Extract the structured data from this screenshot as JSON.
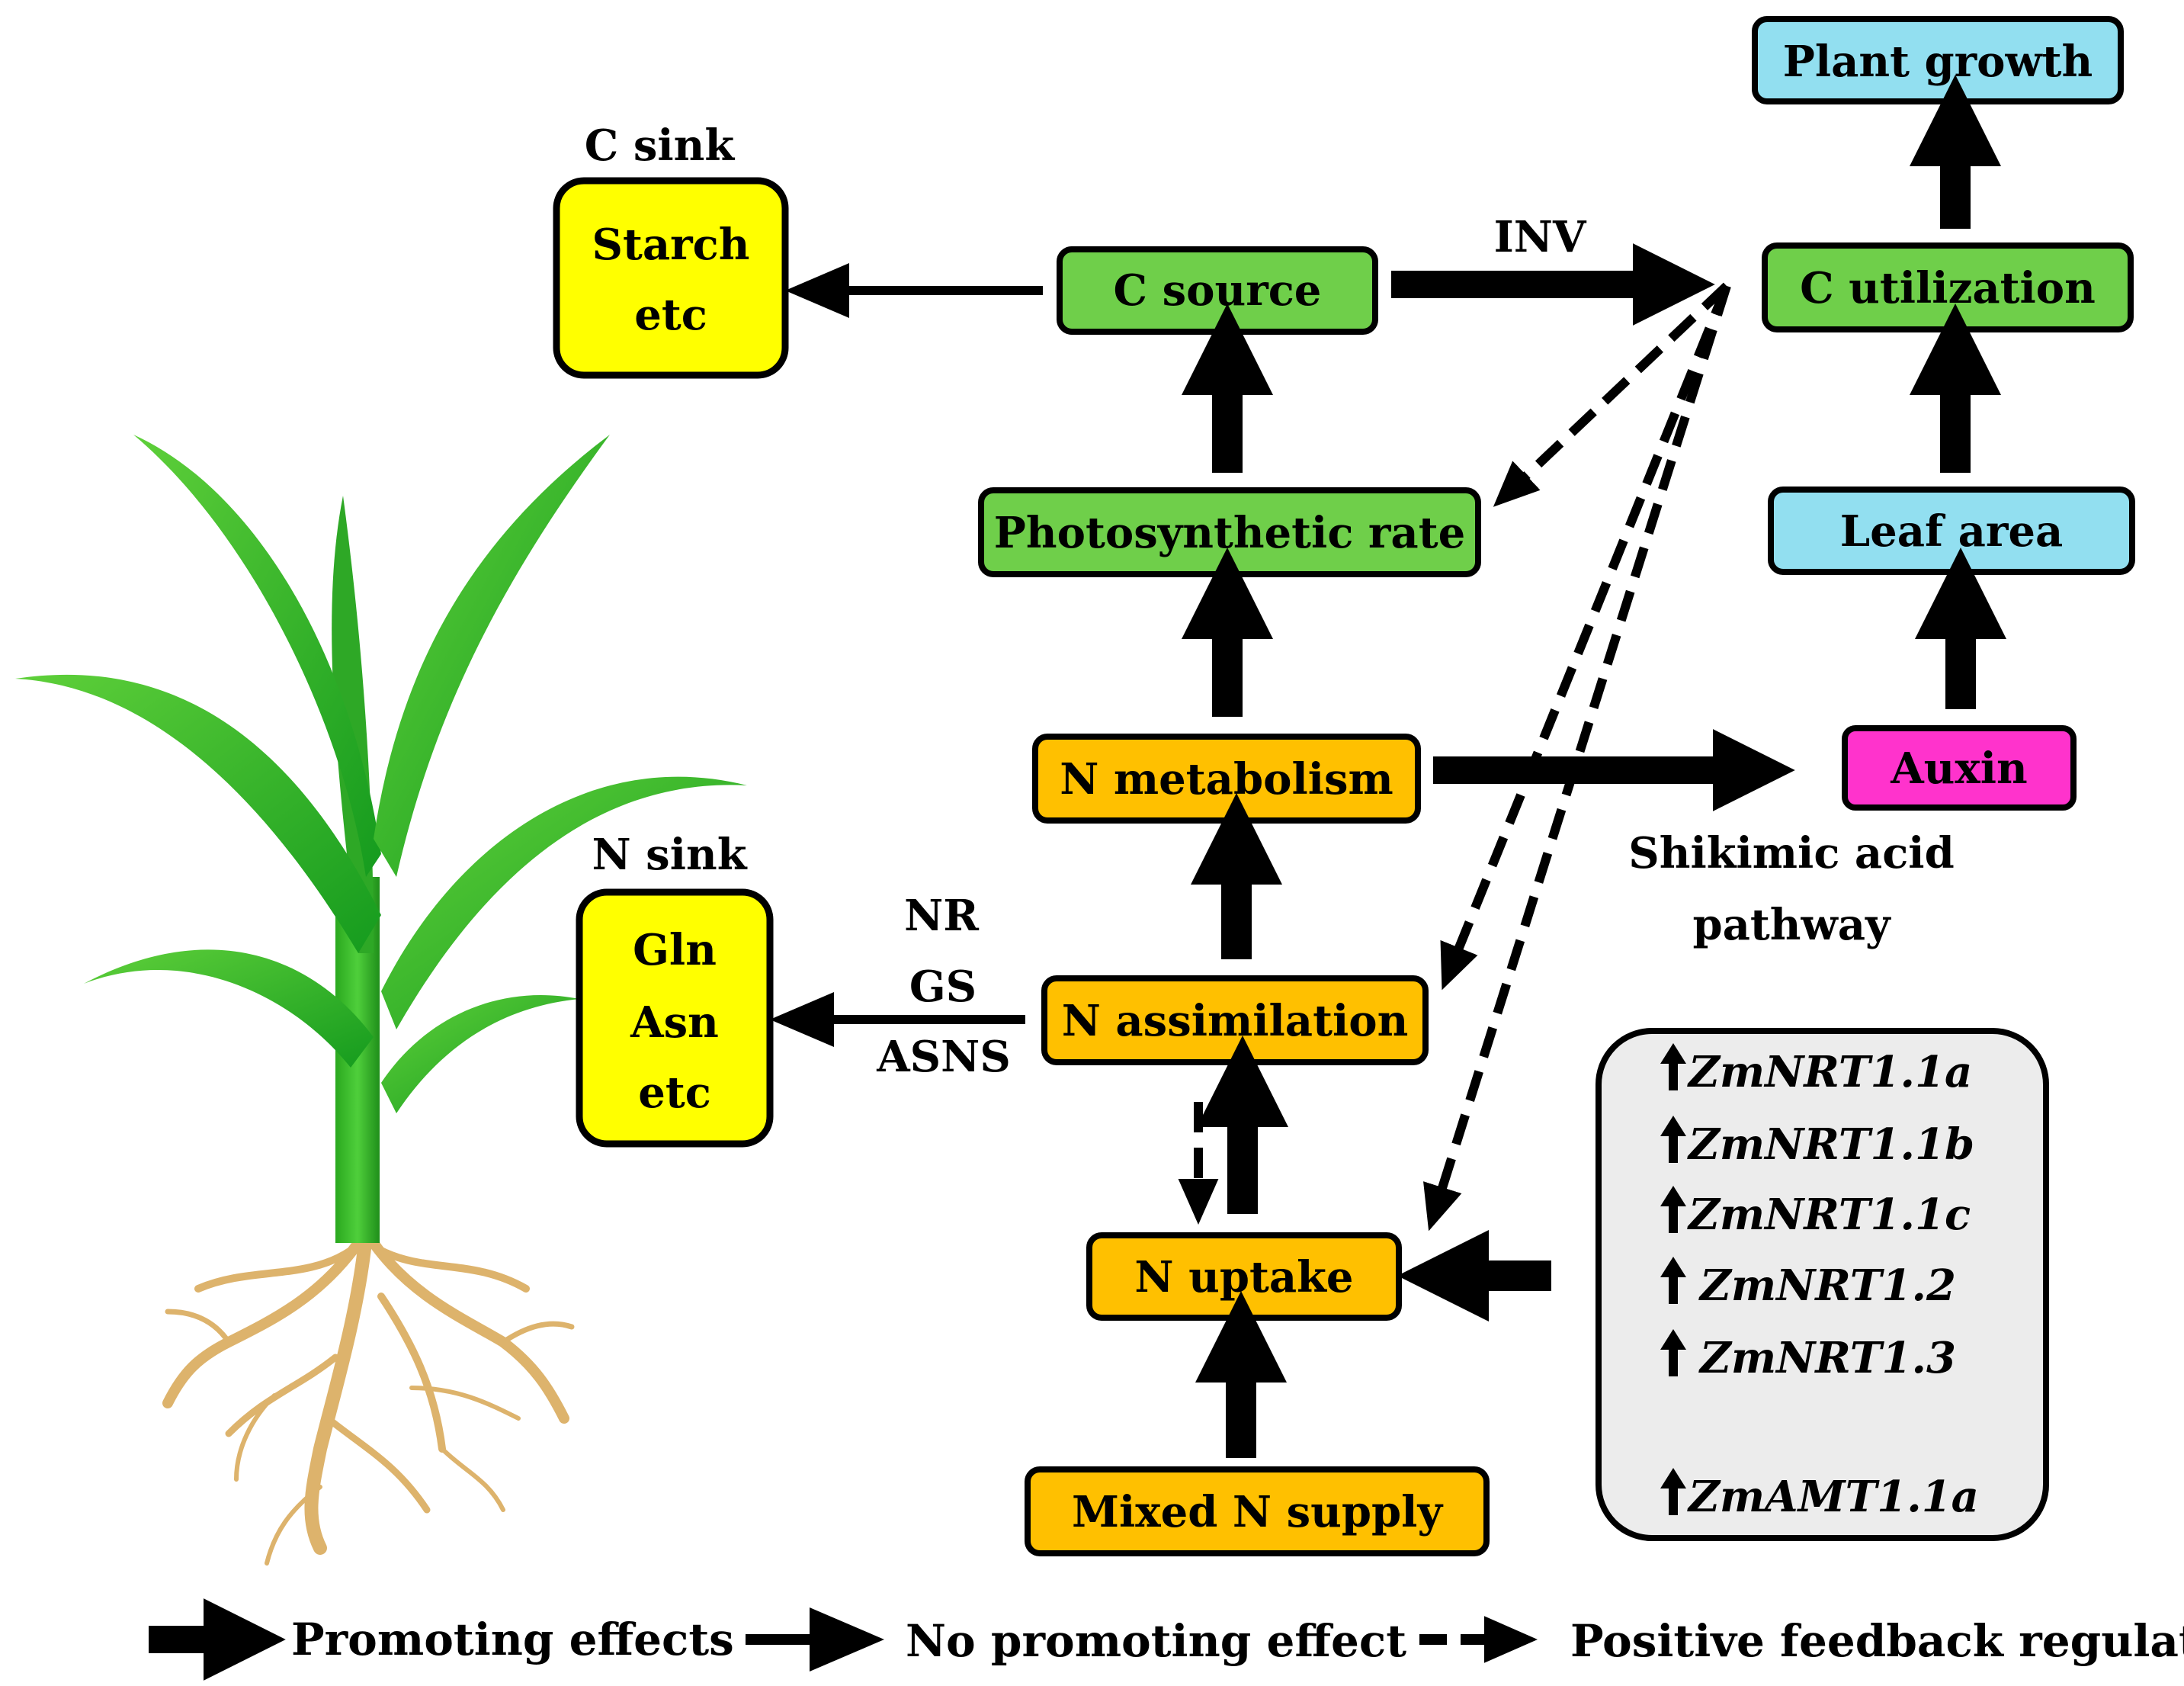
{
  "colors": {
    "green": "#6fcf4a",
    "orange": "#ffc000",
    "yellow": "#ffff00",
    "cyan": "#92dff0",
    "magenta": "#ff33cc",
    "gene_panel": "#ececec"
  },
  "sinks": {
    "c_sink_title": "C sink",
    "c_sink_line1": "Starch",
    "c_sink_line2": "etc",
    "n_sink_title": "N sink",
    "n_sink_line1": "Gln",
    "n_sink_line2": "Asn",
    "n_sink_line3": "etc"
  },
  "nodes": {
    "c_source": "C source",
    "photosynthetic_rate": "Photosynthetic  rate",
    "n_metabolism": "N metabolism",
    "n_assimilation": "N assimilation",
    "n_uptake": "N uptake",
    "mixed_n_supply": "Mixed N supply",
    "plant_growth": "Plant  growth",
    "c_utilization": "C utilization",
    "leaf_area": "Leaf area",
    "auxin": "Auxin"
  },
  "labels": {
    "inv": "INV",
    "nr": "NR",
    "gs": "GS",
    "asns": "ASNS",
    "shikimic_line1": "Shikimic  acid",
    "shikimic_line2": "pathway"
  },
  "genes": [
    "ZmNRT1.1a",
    "ZmNRT1.1b",
    "ZmNRT1.1c",
    "ZmNRT1.2",
    "ZmNRT1.3",
    "ZmAMT1.1a"
  ],
  "legend": {
    "promoting": "Promoting   effects",
    "no_promoting": "No promoting   effect",
    "feedback": "Positive  feedback  regulation"
  }
}
